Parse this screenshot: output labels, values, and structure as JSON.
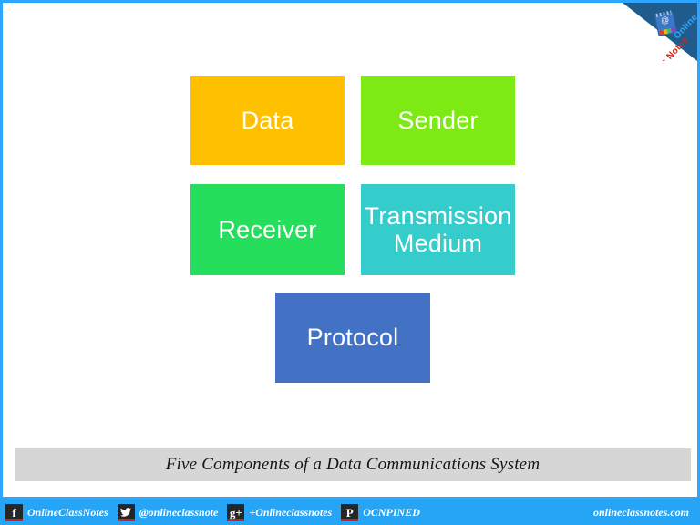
{
  "slide": {
    "border_color": "#2EA6FF",
    "background": "#ffffff"
  },
  "logo": {
    "ribbon_color": "#1F5C8B",
    "word_top": "Online",
    "word_bottom": "Class Notes",
    "word_top_color": "#2EA6FF",
    "word_bottom_color": "#D0261B",
    "notebook_icon": "notebook-icon",
    "notebook_glyph": "@"
  },
  "diagram": {
    "title": "Five Components of a Data Communications System",
    "boxes": [
      {
        "label": "Data",
        "color": "#FFC000"
      },
      {
        "label": "Sender",
        "color": "#7DEA13"
      },
      {
        "label": "Receiver",
        "color": "#25DE5B"
      },
      {
        "label": "Transmission Medium",
        "color": "#35CCCC"
      },
      {
        "label": "Protocol",
        "color": "#4372C4"
      }
    ]
  },
  "caption": {
    "text": "Five Components of a Data Communications System",
    "background": "#D6D6D6"
  },
  "footer": {
    "background": "#26A4F5",
    "site_url": "onlineclassnotes.com",
    "social": [
      {
        "icon": "facebook-icon",
        "glyph": "f",
        "label": "OnlineClassNotes"
      },
      {
        "icon": "twitter-icon",
        "glyph": "❇",
        "label": "@onlineclassnote"
      },
      {
        "icon": "google-plus-icon",
        "glyph": "g+",
        "label": "+Onlineclassnotes"
      },
      {
        "icon": "pinterest-icon",
        "glyph": "P",
        "label": "OCNPINED"
      }
    ]
  }
}
